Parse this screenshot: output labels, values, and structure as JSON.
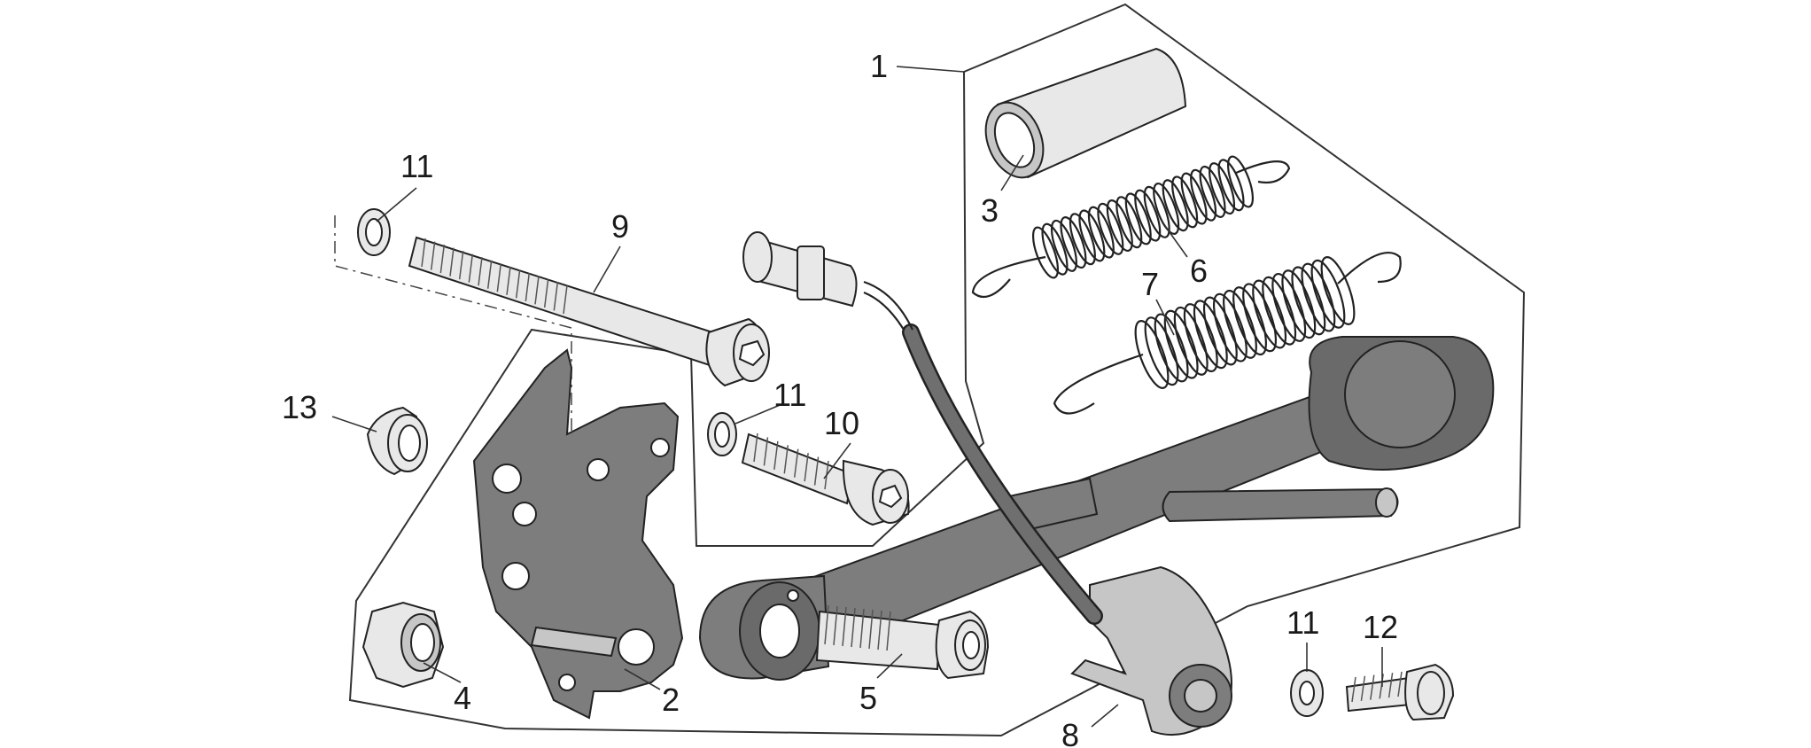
{
  "diagram": {
    "callouts": [
      {
        "id": "1",
        "label": "1"
      },
      {
        "id": "2",
        "label": "2"
      },
      {
        "id": "3",
        "label": "3"
      },
      {
        "id": "4",
        "label": "4"
      },
      {
        "id": "5",
        "label": "5"
      },
      {
        "id": "6",
        "label": "6"
      },
      {
        "id": "7",
        "label": "7"
      },
      {
        "id": "8",
        "label": "8"
      },
      {
        "id": "9",
        "label": "9"
      },
      {
        "id": "10",
        "label": "10"
      },
      {
        "id": "11a",
        "label": "11"
      },
      {
        "id": "11b",
        "label": "11"
      },
      {
        "id": "11c",
        "label": "11"
      },
      {
        "id": "12",
        "label": "12"
      },
      {
        "id": "13",
        "label": "13"
      }
    ]
  }
}
